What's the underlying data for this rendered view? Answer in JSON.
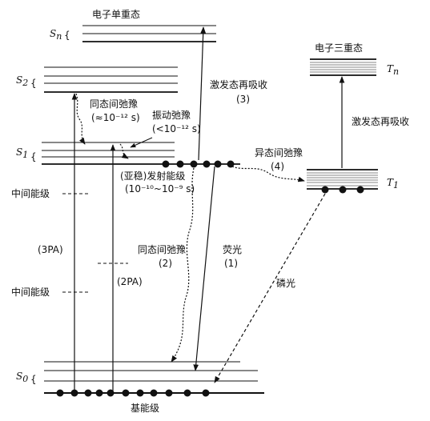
{
  "labels": {
    "singlet_title": "电子单重态",
    "triplet_title": "电子三重态",
    "S0": "S",
    "S0_sub": "0",
    "S1": "S",
    "S1_sub": "1",
    "S2": "S",
    "S2_sub": "2",
    "Sn": "S",
    "Sn_sub": "n",
    "T1": "T",
    "T1_sub": "1",
    "Tn": "T",
    "Tn_sub": "n",
    "ground_level": "基能级",
    "intermediate_upper": "中间能级",
    "intermediate_lower": "中间能级"
  },
  "processes": {
    "ic_upper": "同态间弛豫",
    "ic_upper_time": "(≈10⁻¹² s)",
    "vib_relax": "振动弛豫",
    "vib_relax_time": "(<10⁻¹² s)",
    "metastable": "(亚稳)发射能级",
    "metastable_time": "(10⁻¹⁰~10⁻⁹ s)",
    "esa_singlet": "激发态再吸收",
    "esa_singlet_num": "(3)",
    "isc": "异态间弛豫",
    "isc_num": "(4)",
    "esa_triplet": "激发态再吸收",
    "ic_lower": "同态间弛豫",
    "ic_lower_num": "(2)",
    "fluorescence": "荧光",
    "fluorescence_num": "(1)",
    "phosphorescence": "磷光",
    "three_pa": "(3PA)",
    "two_pa": "(2PA)"
  }
}
